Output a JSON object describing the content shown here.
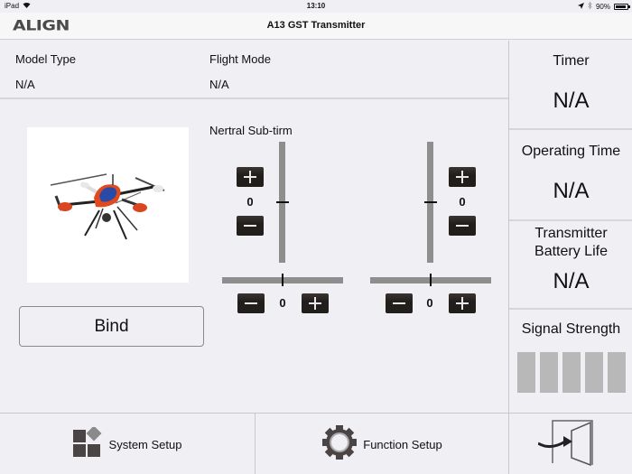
{
  "status_bar": {
    "device": "iPad",
    "time": "13:10",
    "battery": "90%"
  },
  "nav": {
    "logo": "ALIGN",
    "title": "A13 GST Transmitter"
  },
  "info": {
    "model_type_label": "Model Type",
    "model_type_value": "N/A",
    "flight_mode_label": "Flight Mode",
    "flight_mode_value": "N/A"
  },
  "model": {
    "image_alt": "quadcopter drone",
    "bind_label": "Bind"
  },
  "subtrim": {
    "title": "Nertral Sub-tirm",
    "left_vertical": {
      "value": "0",
      "plus": "+",
      "minus": "−"
    },
    "left_horizontal": {
      "value": "0",
      "plus": "+",
      "minus": "−"
    },
    "right_vertical": {
      "value": "0",
      "plus": "+",
      "minus": "−"
    },
    "right_horizontal": {
      "value": "0",
      "plus": "+",
      "minus": "−"
    }
  },
  "sidebar": {
    "timer": {
      "title": "Timer",
      "value": "N/A"
    },
    "operating_time": {
      "title": "Operating Time",
      "value": "N/A"
    },
    "battery_life": {
      "title_line1": "Transmitter",
      "title_line2": "Battery Life",
      "value": "N/A"
    },
    "signal_strength": {
      "title": "Signal Strength",
      "bars": 5,
      "active_bars": 0
    }
  },
  "toolbar": {
    "system_setup": "System Setup",
    "function_setup": "Function Setup",
    "exit_icon": "exit-door-icon"
  },
  "colors": {
    "background": "#efeff4",
    "trim_button": "#221e1c",
    "track": "#8e8e8e",
    "signal_bar_inactive": "#b8b8b8"
  }
}
